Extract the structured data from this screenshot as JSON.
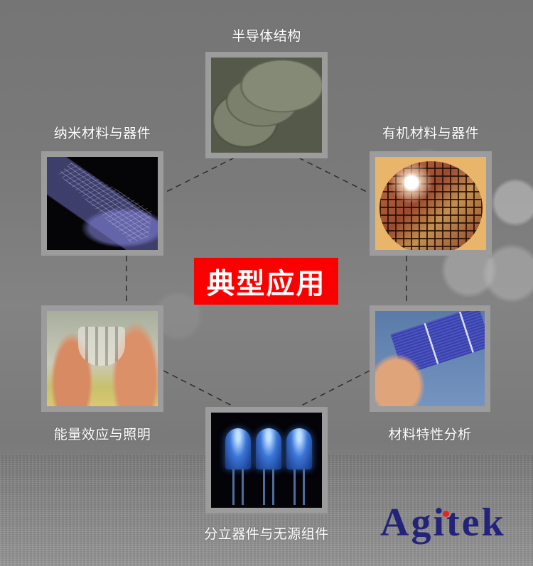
{
  "center": {
    "title": "典型应用",
    "color": "#fb0000"
  },
  "applications": [
    {
      "id": "semiconductor",
      "label": "半导体结构",
      "image": "sem-micrograph-image"
    },
    {
      "id": "nano",
      "label": "纳米材料与器件",
      "image": "carbon-nanotube-image"
    },
    {
      "id": "organic",
      "label": "有机材料与器件",
      "image": "silicon-wafer-image"
    },
    {
      "id": "energy",
      "label": "能量效应与照明",
      "image": "flexible-film-image"
    },
    {
      "id": "material",
      "label": "材料特性分析",
      "image": "solar-cell-image"
    },
    {
      "id": "discrete",
      "label": "分立器件与无源组件",
      "image": "blue-led-image"
    }
  ],
  "brand": {
    "logo_text": "Agitek",
    "logo_color": "#23237a",
    "dot_color": "#e8231f"
  },
  "colors": {
    "frame": "#9c9c9c",
    "background": "#7a7a7a",
    "connector": "#333333"
  }
}
